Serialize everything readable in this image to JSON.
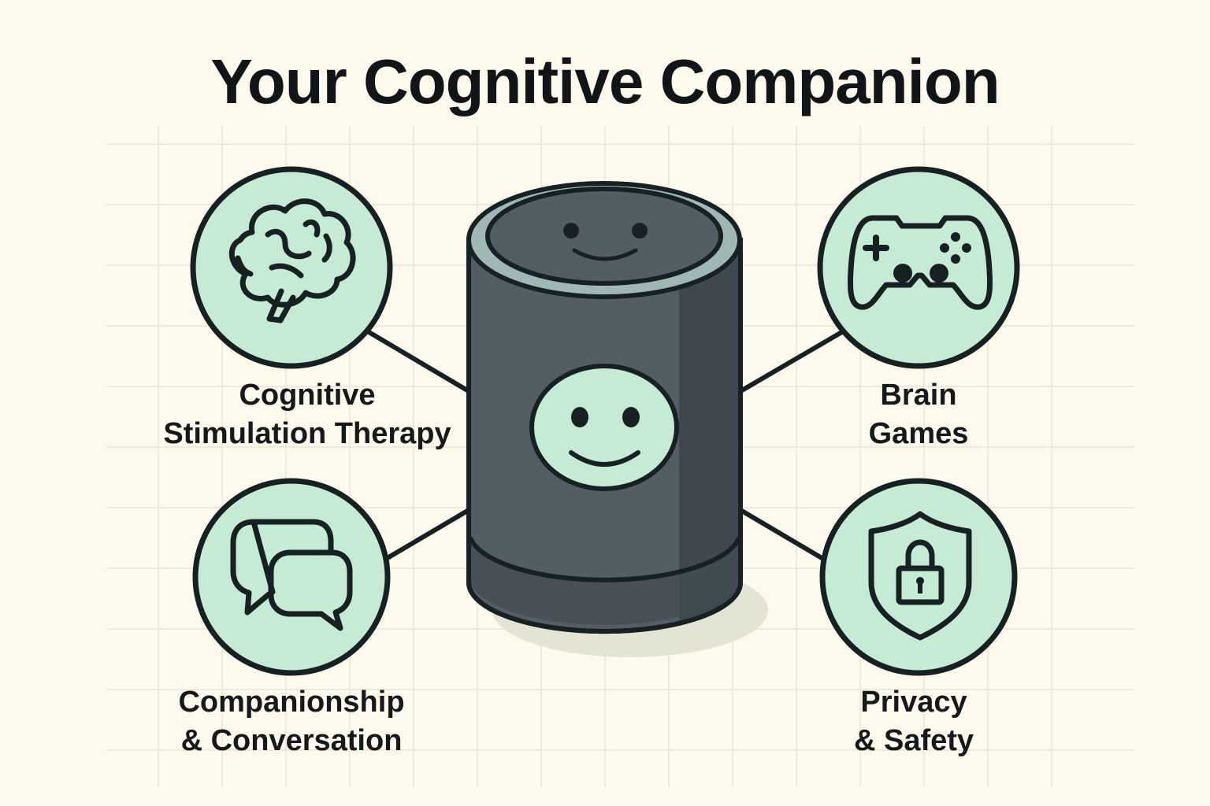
{
  "title": "Your Cognitive Companion",
  "colors": {
    "background": "#fdf9ec",
    "grid": "#ede9dc",
    "circle_fill": "#c5ebd4",
    "stroke": "#172022",
    "speaker_body": "#535d64",
    "speaker_dark": "#3e474e",
    "speaker_ring": "#9fb7b5"
  },
  "center": {
    "name": "smart-speaker",
    "face": "smiley-face"
  },
  "features": [
    {
      "id": "cognitive-stimulation-therapy",
      "icon": "brain-icon",
      "line1": "Cognitive",
      "line2": "Stimulation Therapy"
    },
    {
      "id": "brain-games",
      "icon": "gamepad-icon",
      "line1": "Brain",
      "line2": "Games"
    },
    {
      "id": "companionship-conversation",
      "icon": "chat-bubbles-icon",
      "line1": "Companionship",
      "line2": "& Conversation"
    },
    {
      "id": "privacy-safety",
      "icon": "shield-lock-icon",
      "line1": "Privacy",
      "line2": "& Safety"
    }
  ]
}
